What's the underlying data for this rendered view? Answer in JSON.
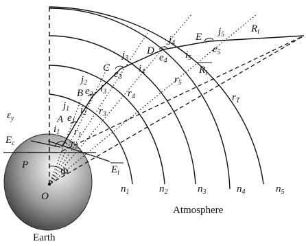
{
  "diagram": {
    "shell_labels": [
      {
        "base": "n",
        "sub": "1"
      },
      {
        "base": "n",
        "sub": "2"
      },
      {
        "base": "n",
        "sub": "3"
      },
      {
        "base": "n",
        "sub": "4"
      },
      {
        "base": "n",
        "sub": "5"
      }
    ],
    "points": [
      "A",
      "B",
      "C",
      "D",
      "E"
    ],
    "angles_j": [
      {
        "base": "j",
        "sub": "1"
      },
      {
        "base": "j",
        "sub": "2"
      },
      {
        "base": "j",
        "sub": "3"
      },
      {
        "base": "j",
        "sub": "4"
      },
      {
        "base": "j",
        "sub": "5"
      }
    ],
    "angles_e": [
      {
        "base": "e",
        "sub": "1"
      },
      {
        "base": "e",
        "sub": "2"
      },
      {
        "base": "e",
        "sub": "3"
      },
      {
        "base": "e",
        "sub": "4"
      },
      {
        "base": "e",
        "sub": "5"
      }
    ],
    "angles_i": [
      {
        "base": "i",
        "sub": "1"
      },
      {
        "base": "i",
        "sub": "2"
      },
      {
        "base": "i",
        "sub": "3"
      },
      {
        "base": "i",
        "sub": "4"
      },
      {
        "base": "i",
        "sub": "5"
      }
    ],
    "radii": [
      {
        "base": "r",
        "sub": "1"
      },
      {
        "base": "r",
        "sub": "2"
      },
      {
        "base": "r",
        "sub": "3"
      },
      {
        "base": "r",
        "sub": "4"
      },
      {
        "base": "r",
        "sub": "5"
      }
    ],
    "r_total": {
      "base": "r",
      "sub": "T"
    },
    "R_i": {
      "base": "R",
      "sub": "i"
    },
    "R_i_bar": {
      "base": "R",
      "sub": "i"
    },
    "E_i_bar": {
      "base": "E",
      "sub": "i"
    },
    "E_c": {
      "base": "E",
      "sub": "c"
    },
    "eps_y": {
      "base": "ε",
      "sub": "y"
    },
    "P": "P",
    "Phi": "Φ",
    "O": "O",
    "earth_label": "Earth",
    "atmosphere_label": "Atmosphere"
  },
  "colors": {
    "ink": "#111111",
    "earth_light": "#ffffff",
    "earth_dark": "#3a3a3a"
  }
}
